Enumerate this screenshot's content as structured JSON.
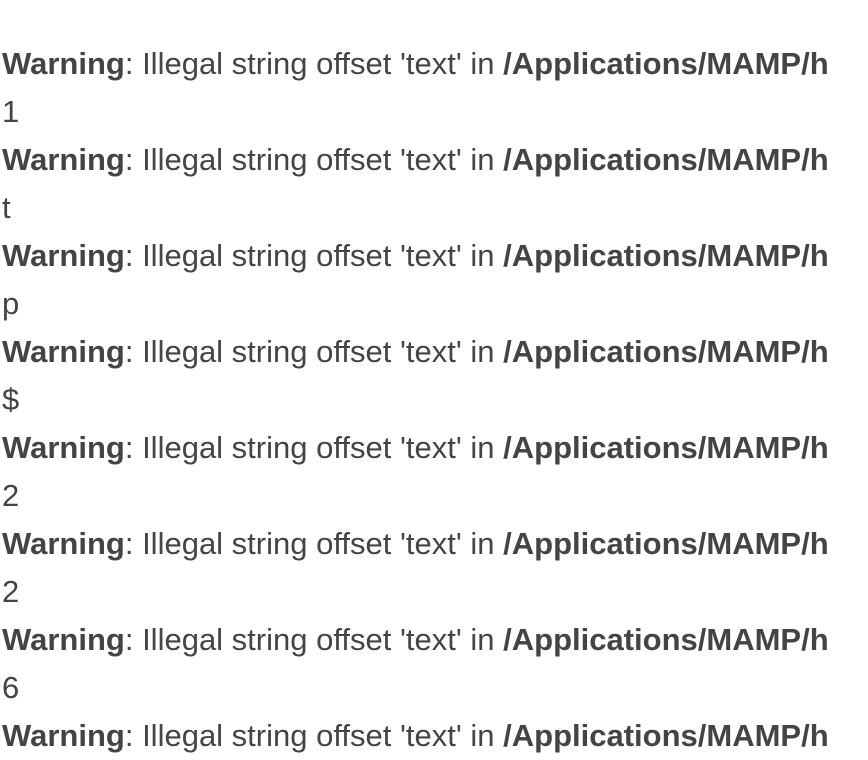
{
  "page": {
    "background": "#ffffff",
    "text_color": "#444444"
  },
  "warning_line": {
    "label": "Warning",
    "message": ": Illegal string offset 'text' in ",
    "path": "/Applications/MAMP/h"
  },
  "lines": [
    {
      "type": "warning"
    },
    {
      "type": "output",
      "text": "1"
    },
    {
      "type": "warning"
    },
    {
      "type": "output",
      "text": "t"
    },
    {
      "type": "warning"
    },
    {
      "type": "output",
      "text": "p"
    },
    {
      "type": "warning"
    },
    {
      "type": "output",
      "text": "$"
    },
    {
      "type": "warning"
    },
    {
      "type": "output",
      "text": "2"
    },
    {
      "type": "warning"
    },
    {
      "type": "output",
      "text": "2"
    },
    {
      "type": "warning"
    },
    {
      "type": "output",
      "text": "6"
    },
    {
      "type": "warning"
    }
  ]
}
